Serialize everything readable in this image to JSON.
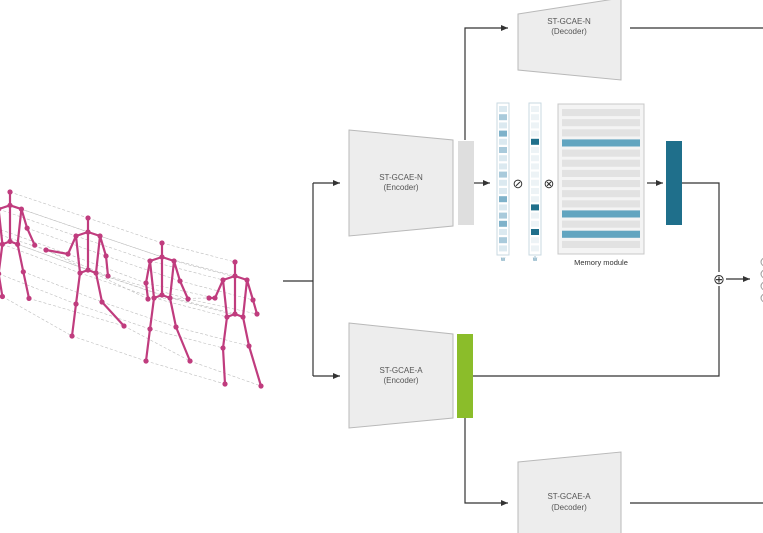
{
  "blocks": {
    "decoder_n": {
      "name": "ST-GCAE-N",
      "role": "(Decoder)"
    },
    "encoder_n": {
      "name": "ST-GCAE-N",
      "role": "(Encoder)"
    },
    "encoder_a": {
      "name": "ST-GCAE-A",
      "role": "(Encoder)"
    },
    "decoder_a": {
      "name": "ST-GCAE-A",
      "role": "(Decoder)"
    }
  },
  "memory": {
    "label": "Memory module",
    "weight_labels": [
      "w",
      "ŵ"
    ],
    "slot_count": 14,
    "highlighted_slots": [
      3,
      10,
      12
    ]
  },
  "operators": {
    "divide": "⊘",
    "multiply": "⊗",
    "add": "⊕"
  },
  "colors": {
    "skeleton": "#c03c7e",
    "latent_normal": "#dedede",
    "latent_abnormal": "#8bbd2a",
    "memory_output": "#1f6f8b",
    "memory_slot": "#e2e2e2",
    "memory_slot_highlight": "#62a5c0",
    "block_fill": "#ededed",
    "arrow": "#333333"
  }
}
